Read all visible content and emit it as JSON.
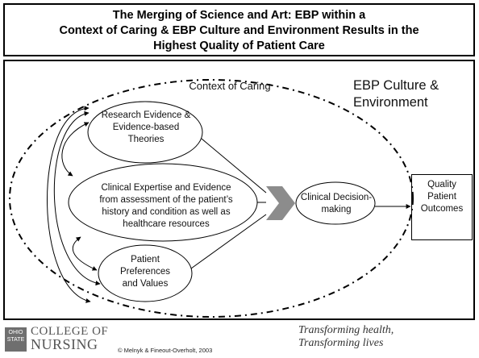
{
  "title": {
    "lines": [
      "The Merging of Science and Art: EBP within a",
      "Context of Caring & EBP Culture and Environment Results in the",
      "Highest Quality of Patient Care"
    ]
  },
  "diagram": {
    "context_label": "Context of Caring",
    "culture_label": [
      "EBP Culture &",
      "Environment"
    ],
    "research": [
      "Research Evidence &",
      "Evidence-based",
      "Theories"
    ],
    "clinical_expertise": [
      "Clinical Expertise and Evidence",
      "from assessment of the patient’s",
      "history and condition as well as",
      "healthcare resources"
    ],
    "preferences": [
      "Patient",
      "Preferences",
      "and Values"
    ],
    "decision": [
      "Clinical Decision-",
      "making"
    ],
    "outcomes": [
      "Quality",
      "Patient",
      "Outcomes"
    ]
  },
  "footer": {
    "seal_text": [
      "OHIO",
      "STATE"
    ],
    "college": [
      "COLLEGE OF",
      "NURSING"
    ],
    "copyright": "© Melnyk & Fineout-Overholt, 2003",
    "tagline": [
      "Transforming health,",
      "Transforming lives"
    ]
  },
  "colors": {
    "chevron": "#8c8c8c",
    "stroke": "#000000"
  }
}
